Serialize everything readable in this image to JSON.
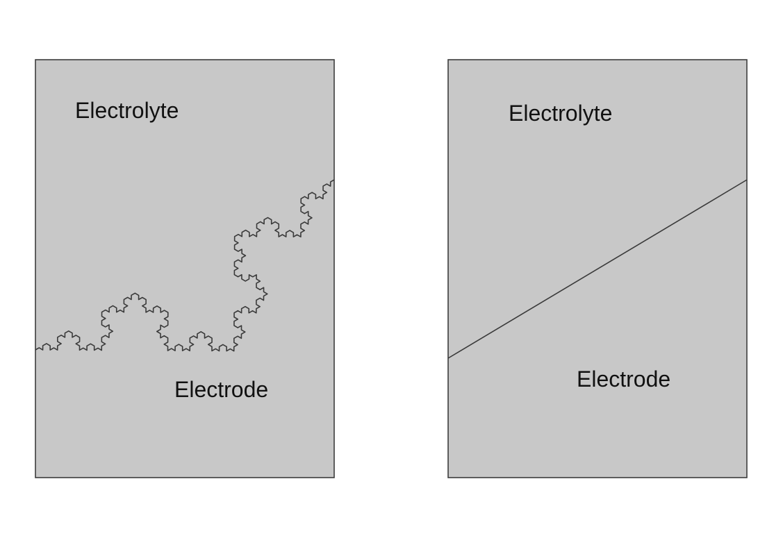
{
  "panels": [
    {
      "interface": "fractal",
      "top_label": "Electrolyte",
      "bottom_label": "Electrode"
    },
    {
      "interface": "straight",
      "top_label": "Electrolyte",
      "bottom_label": "Electrode"
    }
  ],
  "colors": {
    "panel_fill": "#c8c8c8",
    "border": "#3c3c3c",
    "interface_line": "#3a3a3a",
    "text": "#111111"
  }
}
